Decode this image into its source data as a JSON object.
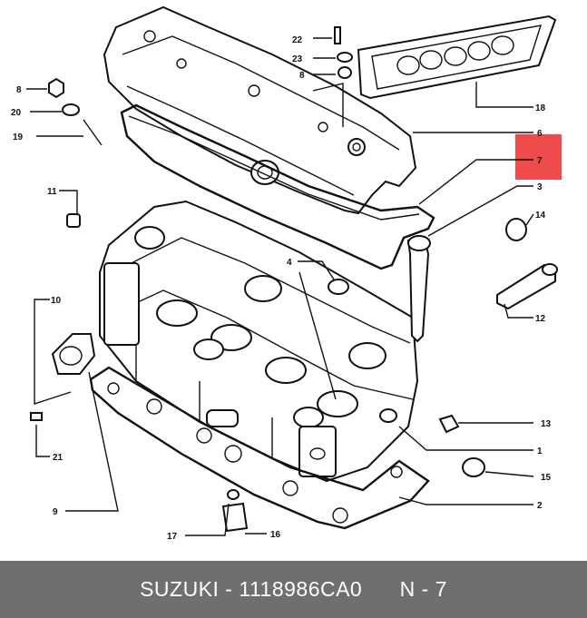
{
  "diagram": {
    "callouts": [
      "22",
      "23",
      "8",
      "8",
      "20",
      "19",
      "18",
      "6",
      "7",
      "3",
      "11",
      "14",
      "4",
      "12",
      "10",
      "13",
      "1",
      "15",
      "21",
      "9",
      "17",
      "16",
      "2"
    ],
    "highlight_color": "#ee4b4b"
  },
  "footer": {
    "brand": "SUZUKI",
    "separator": " - ",
    "part_number": "1118986CA0",
    "ref_label": "N - 7"
  }
}
